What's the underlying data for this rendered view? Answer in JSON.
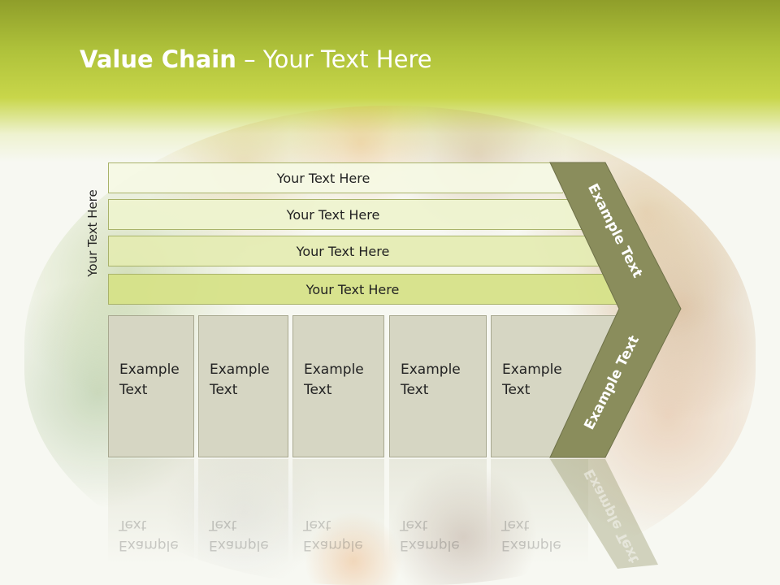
{
  "title": {
    "bold": "Value Chain",
    "rest": " – Your Text Here"
  },
  "side_label": "Your Text Here",
  "bars": [
    "Your Text Here",
    "Your Text Here",
    "Your Text Here",
    "Your Text Here"
  ],
  "boxes": [
    "Example\nText",
    "Example\nText",
    "Example\nText",
    "Example\nText",
    "Example\nText"
  ],
  "arrow": {
    "top_label": "Example Text",
    "bottom_label": "Example Text"
  },
  "colors": {
    "header": "#aec13a",
    "arrow": "#8a8d5c",
    "box": "#d6d6c3",
    "bar_dark": "#d6e288"
  }
}
